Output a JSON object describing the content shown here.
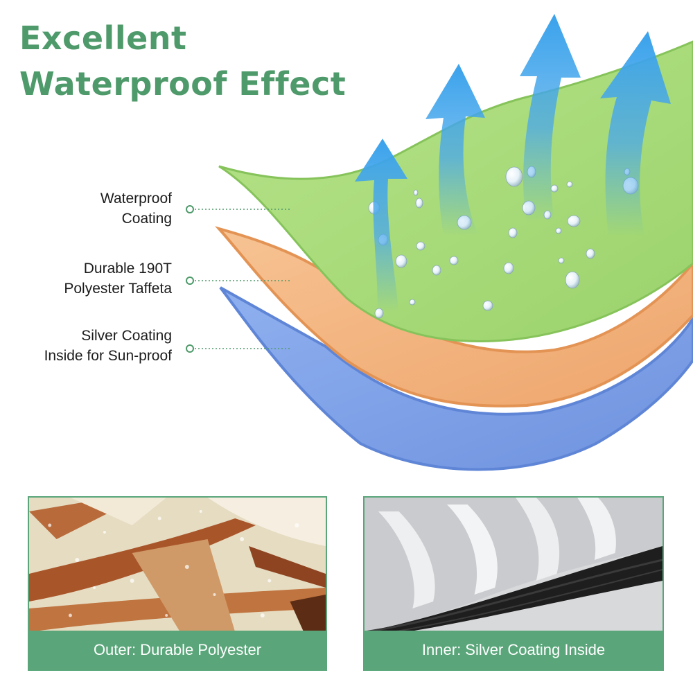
{
  "headline": {
    "line1": "Excellent",
    "line2": "Waterproof Effect"
  },
  "layers": [
    {
      "line1": "Waterproof",
      "line2": "Coating",
      "color": "#a6d977"
    },
    {
      "line1": "Durable 190T",
      "line2": "Polyester Taffeta",
      "color": "#f2b07a"
    },
    {
      "line1": "Silver Coating",
      "line2": "Inside for Sun-proof",
      "color": "#7d9fe6"
    }
  ],
  "panels": {
    "outer": {
      "caption": "Outer: Durable Polyester"
    },
    "inner": {
      "caption": "Inner: Silver Coating Inside"
    }
  },
  "colors": {
    "brand_green": "#4e9a6a",
    "caption_bar": "#5aa67a",
    "arrow_blue": "#4aa8ea"
  },
  "icons": {
    "arrow": "up-arrow-icon",
    "droplet": "water-droplet-icon",
    "connector": "connector-dot-icon"
  }
}
